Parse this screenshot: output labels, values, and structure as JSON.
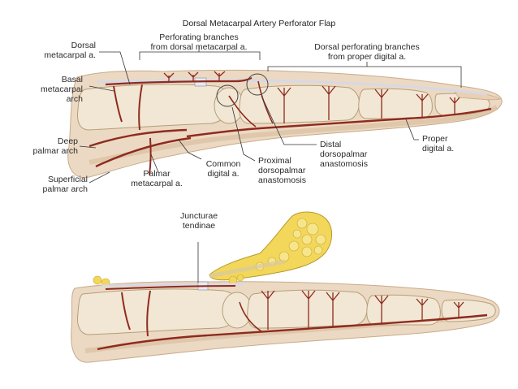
{
  "title": "Dorsal Metacarpal Artery Perforator Flap",
  "colors": {
    "skin": "#ecd9c3",
    "skin_shadow": "#d7bb9b",
    "bone": "#f1e7d4",
    "bone_edge": "#b69e78",
    "artery": "#8f2a1f",
    "artery_dark": "#6b1d15",
    "leader": "#333333",
    "fat": "#f2d75a",
    "tendon": "#d8d8e4"
  },
  "labels": {
    "dorsal_metacarpal": "Dorsal\nmetacarpal a.",
    "basal_metacarpal_arch": "Basal\nmetacarpal\narch",
    "deep_palmar_arch": "Deep\npalmar arch",
    "superficial_palmar_arch": "Superficial\npalmar arch",
    "perforating_branches": "Perforating branches\nfrom dorsal metacarpal a.",
    "dorsal_perforating": "Dorsal perforating branches\nfrom proper digital a.",
    "palmar_metacarpal": "Palmar\nmetacarpal a.",
    "common_digital": "Common\ndigital a.",
    "proximal_anastomosis": "Proximal\ndorsopalmar\nanastomosis",
    "distal_anastomosis": "Distal\ndorsopalmar\nanastomosis",
    "proper_digital": "Proper\ndigital a.",
    "juncturae_tendinae": "Juncturae\ntendinae"
  }
}
